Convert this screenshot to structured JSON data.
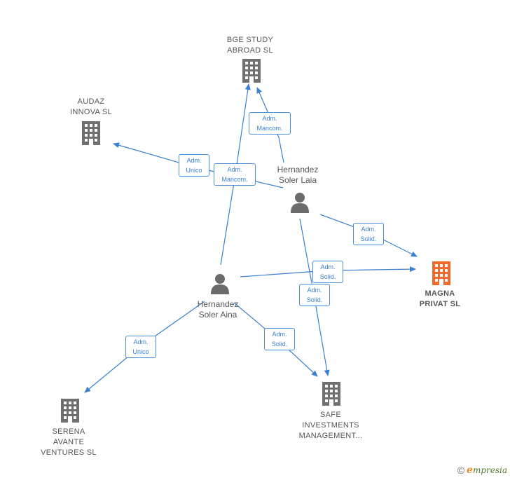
{
  "colors": {
    "company": "#707070",
    "focus_company": "#f06a2e",
    "person": "#6b6b6b",
    "edge": "#3a7fd0",
    "label_text": "#555555"
  },
  "nodes": {
    "bge": {
      "label": "BGE STUDY\nABROAD  SL",
      "icon": "building-icon"
    },
    "audaz": {
      "label": "AUDAZ\nINNOVA  SL",
      "icon": "building-icon"
    },
    "magna": {
      "label": "MAGNA\nPRIVAT  SL",
      "icon": "building-icon"
    },
    "safe": {
      "label": "SAFE\nINVESTMENTS\nMANAGEMENT...",
      "icon": "building-icon"
    },
    "serena": {
      "label": "SERENA\nAVANTE\nVENTURES  SL",
      "icon": "building-icon"
    },
    "laia": {
      "label": "Hernandez\nSoler Laia",
      "icon": "person-icon"
    },
    "aina": {
      "label": "Hernandez\nSoler Aina",
      "icon": "person-icon"
    }
  },
  "edge_labels": {
    "laia_bge": "Adm.\nMancom.",
    "aina_bge": "Adm.\nMancom.",
    "laia_audaz": "Adm.\nUnico",
    "laia_magna": "Adm.\nSolid.",
    "aina_magna": "Adm.\nSolid.",
    "laia_safe": "Adm.\nSolid.",
    "aina_safe": "Adm.\nSolid.",
    "aina_serena": "Adm.\nUnico"
  },
  "footer": {
    "copyright_symbol": "©",
    "brand_first": "e",
    "brand_rest": "mpresia"
  }
}
